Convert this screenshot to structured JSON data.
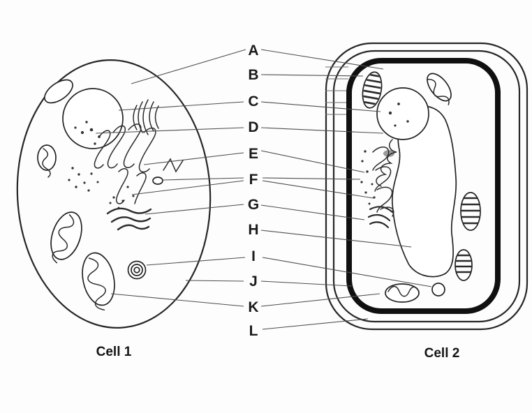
{
  "labels": [
    "A",
    "B",
    "C",
    "D",
    "E",
    "F",
    "G",
    "H",
    "I",
    "J",
    "K",
    "L"
  ],
  "captions": {
    "cell1": "Cell 1",
    "cell2": "Cell 2"
  }
}
